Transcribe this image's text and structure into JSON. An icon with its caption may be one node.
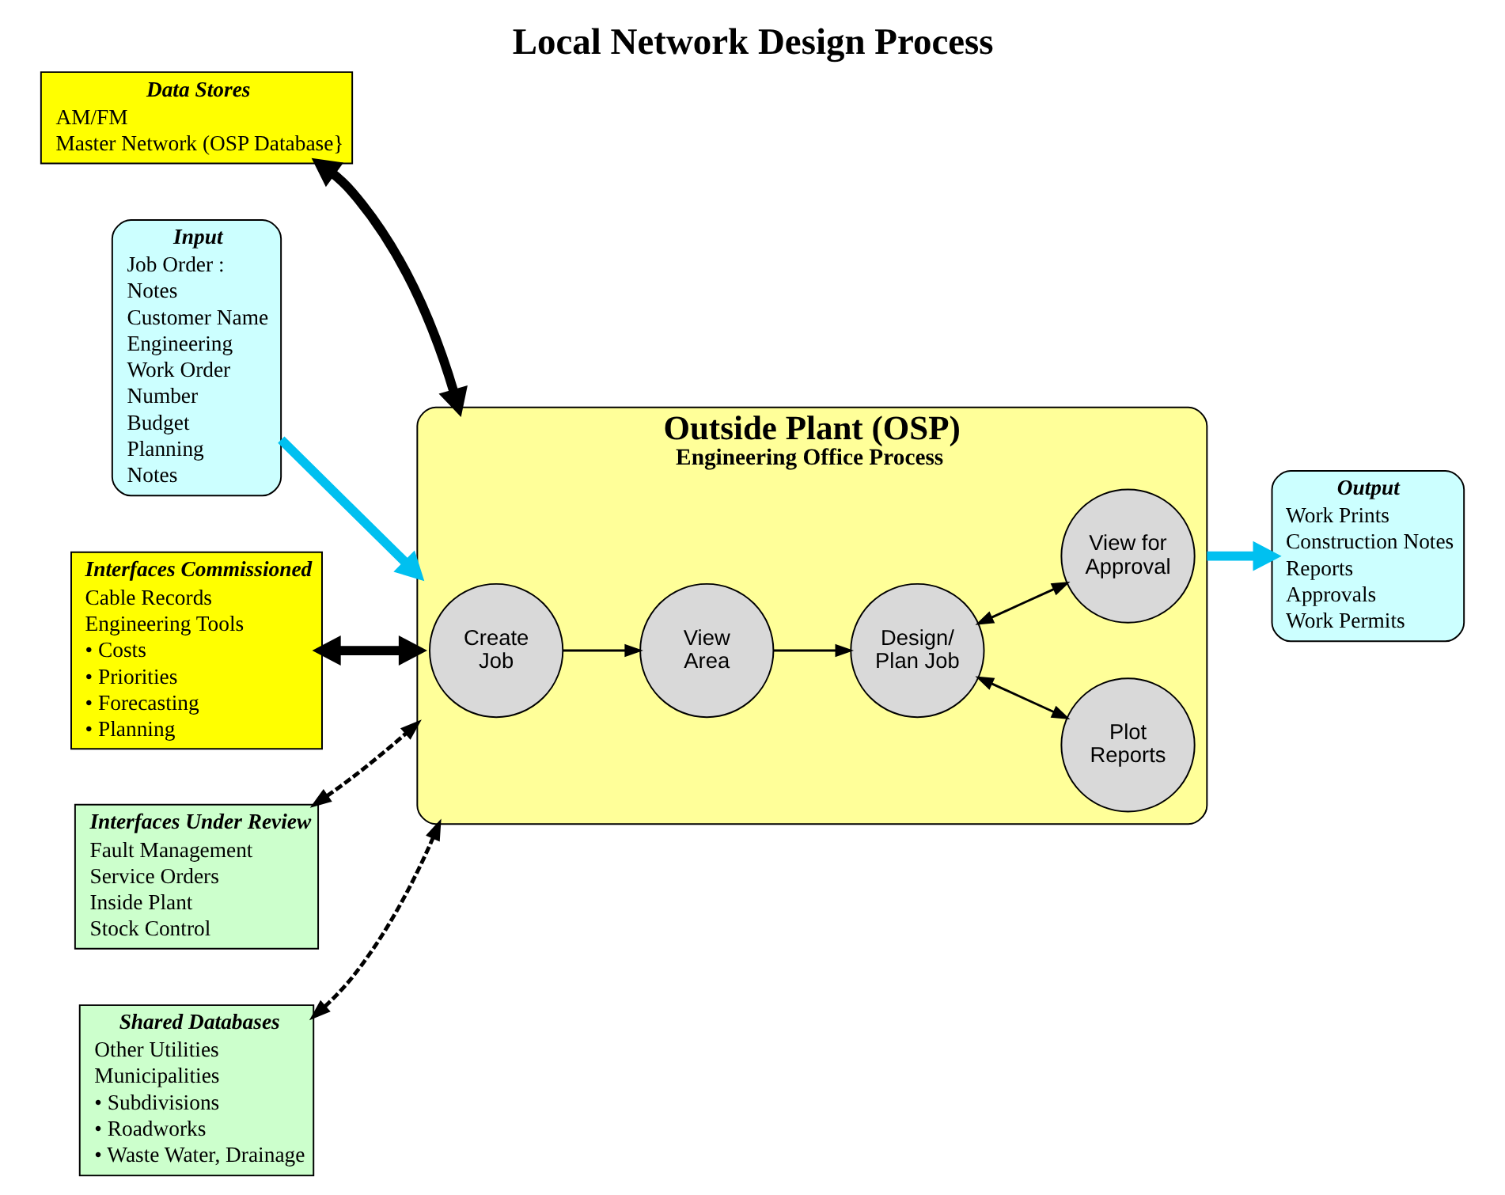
{
  "diagram": {
    "title": "Local Network Design Process",
    "nodes": [
      {
        "text": [
          "Data Stores",
          "AM/FM",
          "Master Network (OSP Database}"
        ]
      },
      {
        "text": [
          "Outside Plant (OSP)",
          "Engineering Office Process"
        ]
      },
      {
        "text": [
          "Create Job"
        ],
        "in": 1
      },
      {
        "text": [
          "View Area"
        ],
        "in": 1
      },
      {
        "text": [
          "Design/ Plan Job"
        ],
        "in": 1
      },
      {
        "text": [
          "Plot Reports"
        ],
        "in": 1
      },
      {
        "text": [
          "View for Approval"
        ],
        "in": 1
      },
      {
        "text": [
          "Input",
          "Job Order :",
          "Notes",
          "Customer Name",
          "Engineering",
          "Work Order",
          "Number",
          "Budget",
          "Planning",
          "Notes"
        ]
      },
      {
        "text": [
          "Output",
          "Work Prints",
          "Construction Notes",
          "Reports",
          "Approvals",
          "Work Permits"
        ]
      },
      {
        "text": [
          "Interfaces Commissioned",
          "Cable Records",
          "Engineering Tools",
          "• Costs",
          "• Priorities",
          "• Forecasting",
          "• Planning"
        ]
      },
      {
        "text": [
          "Interfaces Under Review",
          "Fault Management",
          "Service Orders",
          "Inside Plant",
          "Stock Control"
        ]
      },
      {
        "text": [
          "Shared Databases",
          "Other Utilities",
          "Municipalities",
          "• Subdivisions",
          "• Roadworks",
          "• Waste Water, Drainage"
        ]
      }
    ],
    "edges": [
      {
        "from": 0,
        "to": 1,
        "arrow": "both",
        "style": "thick"
      },
      {
        "from": 7,
        "to": 1,
        "arrow": "to",
        "style": "thick",
        "color": "#00c0f0"
      },
      {
        "from": 2,
        "to": 3,
        "arrow": "to"
      },
      {
        "from": 3,
        "to": 4,
        "arrow": "to"
      },
      {
        "from": 4,
        "to": 5,
        "arrow": "both"
      },
      {
        "from": 4,
        "to": 6,
        "arrow": "both"
      },
      {
        "from": 1,
        "to": 8,
        "arrow": "to",
        "style": "thick",
        "color": "#00c0f0"
      },
      {
        "from": 9,
        "to": 1,
        "arrow": "both",
        "style": "thick"
      },
      {
        "from": 10,
        "to": 1,
        "arrow": "both",
        "style": "dashed"
      },
      {
        "from": 11,
        "to": 1,
        "arrow": "both",
        "style": "dashed"
      }
    ]
  }
}
